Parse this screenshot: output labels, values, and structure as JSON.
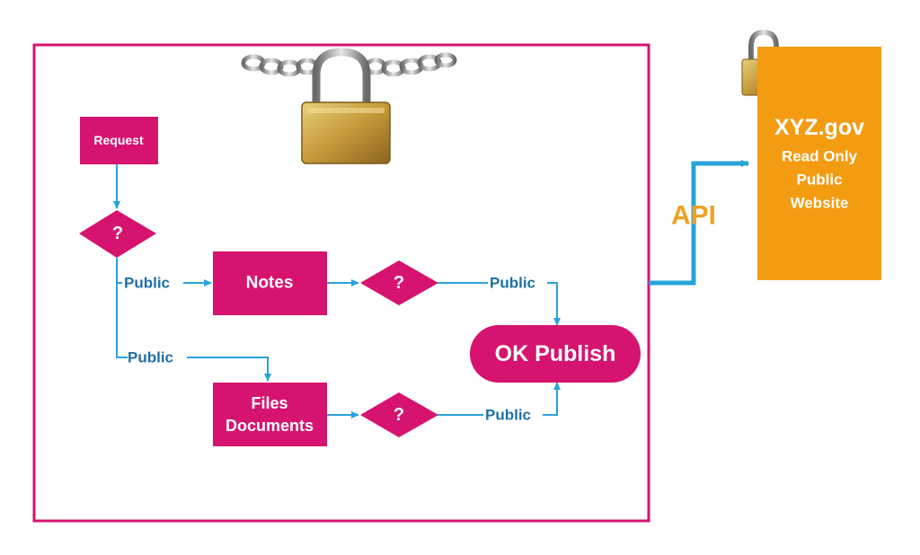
{
  "colors": {
    "magenta": "#d6146f",
    "connector": "#29a3dc",
    "orange": "#f39c12",
    "api_text": "#f0a020",
    "public_text": "#1f6fa8"
  },
  "nodes": {
    "request": "Request",
    "decision_1": "?",
    "notes": "Notes",
    "decision_notes": "?",
    "files_line1": "Files",
    "files_line2": "Documents",
    "decision_files": "?",
    "ok_publish": "OK Publish"
  },
  "edge_labels": {
    "public_notes_in": "Public",
    "public_files_in": "Public",
    "public_notes_out": "Public",
    "public_files_out": "Public"
  },
  "api_label": "API",
  "website": {
    "line1": "XYZ.gov",
    "line2": "Read Only",
    "line3": "Public",
    "line4": "Website"
  },
  "icons": {
    "chained_lock": "chained-padlock-icon",
    "small_lock": "padlock-icon"
  }
}
